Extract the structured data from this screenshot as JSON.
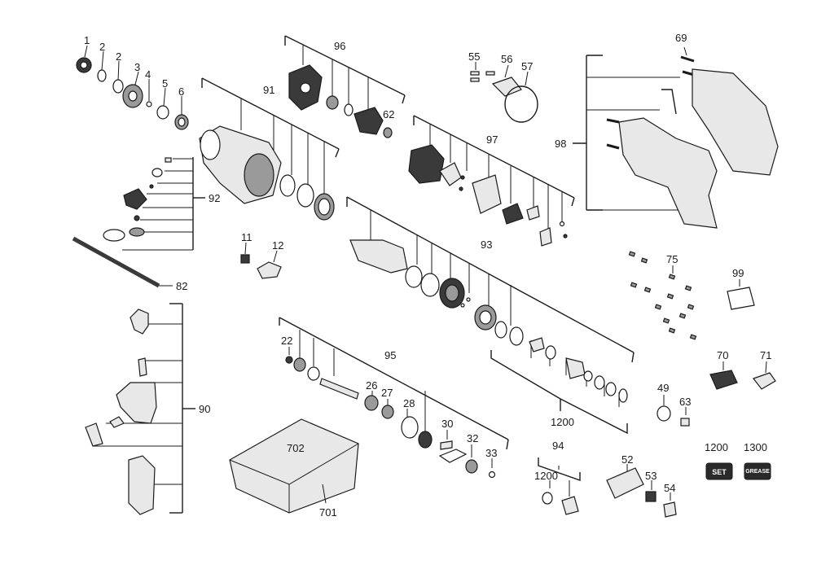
{
  "diagram": {
    "labels": {
      "l1": "1",
      "l2a": "2",
      "l2b": "2",
      "l3": "3",
      "l4": "4",
      "l5": "5",
      "l6": "6",
      "l91": "91",
      "l96": "96",
      "l62": "62",
      "l92": "92",
      "l82": "82",
      "l11": "11",
      "l12": "12",
      "l55": "55",
      "l56": "56",
      "l57": "57",
      "l97": "97",
      "l69": "69",
      "l98": "98",
      "l93": "93",
      "l75": "75",
      "l99": "99",
      "l22": "22",
      "l95": "95",
      "l26": "26",
      "l27": "27",
      "l28": "28",
      "l30": "30",
      "l32": "32",
      "l33": "33",
      "l90": "90",
      "l702": "702",
      "l701": "701",
      "l1200a": "1200",
      "l70": "70",
      "l71": "71",
      "l49": "49",
      "l63": "63",
      "l94": "94",
      "l1200b": "1200",
      "l52": "52",
      "l53": "53",
      "l54": "54",
      "l1200c": "1200",
      "l1300": "1300"
    },
    "badges": {
      "set": "SET",
      "grease": "GREASE"
    },
    "colors": {
      "ink": "#1a1a1a",
      "part_fill": "#e8e8e8",
      "dark_fill": "#3a3a3a"
    }
  }
}
